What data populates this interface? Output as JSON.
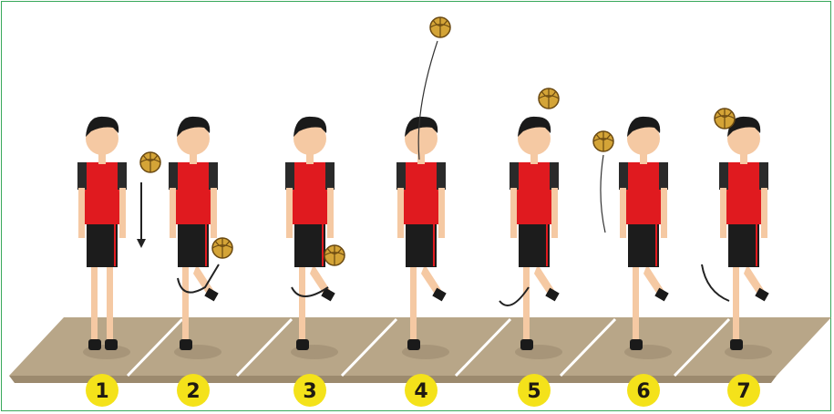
{
  "steps": [
    {
      "number": "1"
    },
    {
      "number": "2"
    },
    {
      "number": "3"
    },
    {
      "number": "4"
    },
    {
      "number": "5"
    },
    {
      "number": "6"
    },
    {
      "number": "7"
    }
  ],
  "colors": {
    "frame_border": "#38a85a",
    "ground": "#c8b79e",
    "ground_shadow": "#a08e74",
    "badge": "#f4e21a",
    "jersey": "#e01a1f",
    "sleeve": "#2a2a2a",
    "shorts": "#1c1c1c",
    "skin": "#f5c9a3",
    "hair": "#1a1a1a",
    "ball": "#d4a437"
  }
}
